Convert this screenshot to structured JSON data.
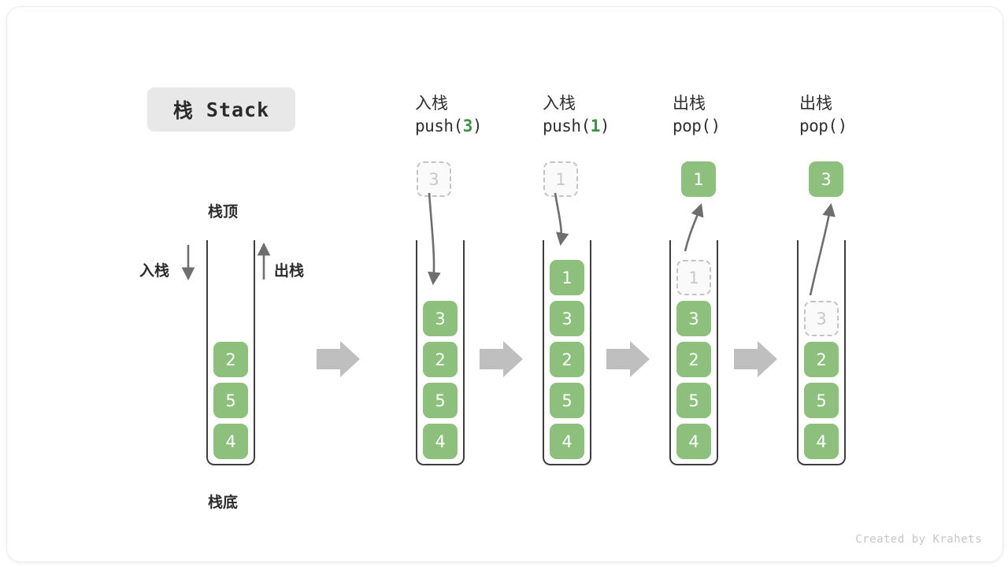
{
  "title": {
    "cn": "栈",
    "en": "Stack"
  },
  "credit": "Created by Krahets",
  "labels": {
    "top": "栈顶",
    "bottom": "栈底",
    "push": "入栈",
    "pop": "出栈"
  },
  "legend_stack": {
    "elements": [
      "2",
      "5",
      "4"
    ],
    "push_label": "入栈",
    "pop_label": "出栈",
    "top_label": "栈顶",
    "bottom_label": "栈底"
  },
  "steps": [
    {
      "head_cn": "入栈",
      "head_code_prefix": "push(",
      "head_code_arg": "3",
      "head_code_suffix": ")",
      "op": "push",
      "floating": {
        "value": "3",
        "style": "ghost"
      },
      "elements": [
        "3",
        "2",
        "5",
        "4"
      ],
      "ghost_index": -1
    },
    {
      "head_cn": "入栈",
      "head_code_prefix": "push(",
      "head_code_arg": "1",
      "head_code_suffix": ")",
      "op": "push",
      "floating": {
        "value": "1",
        "style": "ghost"
      },
      "elements": [
        "1",
        "3",
        "2",
        "5",
        "4"
      ],
      "ghost_index": -1
    },
    {
      "head_cn": "出栈",
      "head_code_prefix": "pop(",
      "head_code_arg": "",
      "head_code_suffix": ")",
      "op": "pop",
      "floating": {
        "value": "1",
        "style": "solid"
      },
      "elements": [
        "1",
        "3",
        "2",
        "5",
        "4"
      ],
      "ghost_index": 0
    },
    {
      "head_cn": "出栈",
      "head_code_prefix": "pop(",
      "head_code_arg": "",
      "head_code_suffix": ")",
      "op": "pop",
      "floating": {
        "value": "3",
        "style": "solid"
      },
      "elements": [
        "3",
        "2",
        "5",
        "4"
      ],
      "ghost_index": 0
    }
  ],
  "transition_arrows": 4,
  "colors": {
    "element_green": "#8cc07c",
    "accent_green": "#3f9142",
    "container_stroke": "#3d3d3d",
    "ghost_stroke": "#c4c4c4",
    "flow_arrow": "#bfbfbf",
    "chip_bg": "#e8e8e8"
  }
}
